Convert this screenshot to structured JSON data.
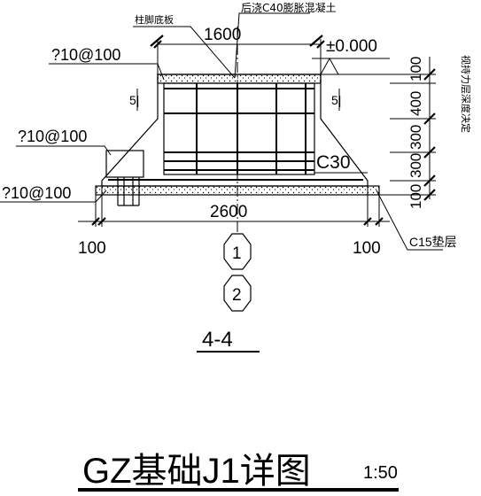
{
  "labels": {
    "column_base_plate": "柱脚底板",
    "post_pour_concrete": "后浇C40膨胀混凝土",
    "width_top": "1600",
    "elevation": "±0.000",
    "rebar_top_left": "?10@100",
    "rebar_mid_left": "?10@100",
    "rebar_bottom_left": "?10@100",
    "section_marker_left": "5|",
    "section_marker_right": "5|",
    "concrete_grade": "C30",
    "width_bottom": "2600",
    "dim_left_100": "100",
    "dim_right_100": "100",
    "cushion": "C15垫层",
    "axis_1": "1",
    "axis_2": "2",
    "section_title": "4-4",
    "right_note": "视持力层深度决定",
    "v_dims": [
      "100",
      "400",
      "300",
      "300",
      "100"
    ],
    "drawing_title": "GZ基础J1详图",
    "scale": "1:50"
  }
}
